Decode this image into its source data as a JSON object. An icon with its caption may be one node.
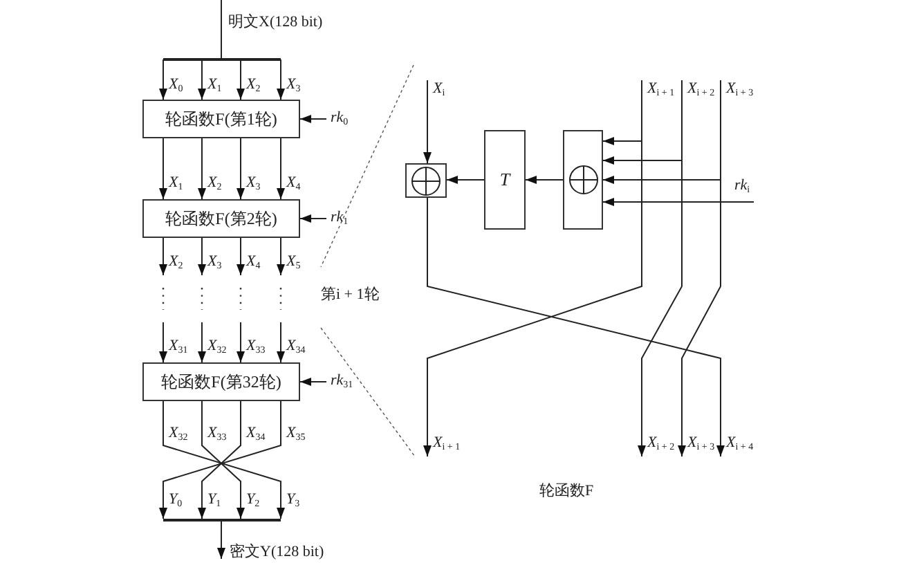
{
  "diagram": {
    "nodes": [
      {
        "text": [],
        "shape": "bar"
      },
      {
        "text": [
          "轮函数F(第1轮)"
        ]
      },
      {
        "text": [
          "轮函数F(第2轮)"
        ]
      },
      {
        "text": [
          "轮函数F(第32轮)"
        ]
      },
      {
        "text": [],
        "shape": "bar"
      },
      {
        "text": [
          "*X*$_{i}$"
        ]
      },
      {
        "text": [
          "*X*$_{i + 1}$"
        ]
      },
      {
        "text": [
          "*X*$_{i + 2}$"
        ]
      },
      {
        "text": [
          "*X*$_{i + 3}$"
        ]
      },
      {
        "text": [],
        "shape": "box"
      },
      {
        "text": [
          "T"
        ]
      },
      {
        "text": [],
        "shape": "box"
      },
      {
        "text": [
          "*rk*$_{i}$"
        ]
      },
      {
        "text": [
          "*X*$_{i + 1}$"
        ]
      },
      {
        "text": [
          "*X*$_{i + 2}$"
        ]
      },
      {
        "text": [
          "*X*$_{i + 3}$"
        ]
      },
      {
        "text": [
          "*X*$_{i + 4}$"
        ]
      }
    ],
    "edges": [
      {
        "from": null,
        "to": 0,
        "arrow": "none",
        "label": "明文X(128 bit)"
      },
      {
        "from": 0,
        "to": 1,
        "arrow": "to",
        "label": "*X*$_{0}$"
      },
      {
        "from": 0,
        "to": 1,
        "arrow": "to",
        "label": "*X*$_{1}$"
      },
      {
        "from": 0,
        "to": 1,
        "arrow": "to",
        "label": "*X*$_{2}$"
      },
      {
        "from": 0,
        "to": 1,
        "arrow": "to",
        "label": "*X*$_{3}$"
      },
      {
        "from": null,
        "to": 1,
        "arrow": "to",
        "label": "*rk*$_{0}$"
      },
      {
        "from": 1,
        "to": 2,
        "arrow": "to",
        "label": "*X*$_{1}$"
      },
      {
        "from": 1,
        "to": 2,
        "arrow": "to",
        "label": "*X*$_{2}$"
      },
      {
        "from": 1,
        "to": 2,
        "arrow": "to",
        "label": "*X*$_{3}$"
      },
      {
        "from": 1,
        "to": 2,
        "arrow": "to",
        "label": "*X*$_{4}$"
      },
      {
        "from": null,
        "to": 2,
        "arrow": "to",
        "label": "*rk*$_{1}$"
      },
      {
        "from": 2,
        "to": null,
        "arrow": "to",
        "label": "*X*$_{2}$"
      },
      {
        "from": 2,
        "to": null,
        "arrow": "to",
        "label": "*X*$_{3}$"
      },
      {
        "from": 2,
        "to": null,
        "arrow": "to",
        "label": "*X*$_{4}$"
      },
      {
        "from": 2,
        "to": null,
        "arrow": "to",
        "label": "*X*$_{5}$"
      },
      {
        "from": null,
        "to": 3,
        "arrow": "to",
        "label": "*X*$_{31}$"
      },
      {
        "from": null,
        "to": 3,
        "arrow": "to",
        "label": "*X*$_{32}$"
      },
      {
        "from": null,
        "to": 3,
        "arrow": "to",
        "label": "*X*$_{33}$"
      },
      {
        "from": null,
        "to": 3,
        "arrow": "to",
        "label": "*X*$_{34}$"
      },
      {
        "from": null,
        "to": 3,
        "arrow": "to",
        "label": "*rk*$_{31}$"
      },
      {
        "from": 3,
        "to": 4,
        "arrow": "to",
        "label": "*X*$_{32}$"
      },
      {
        "from": 3,
        "to": 4,
        "arrow": "to",
        "label": "*X*$_{33}$"
      },
      {
        "from": 3,
        "to": 4,
        "arrow": "to",
        "label": "*X*$_{34}$"
      },
      {
        "from": 3,
        "to": 4,
        "arrow": "to",
        "label": "*X*$_{35}$"
      },
      {
        "from": 4,
        "to": null,
        "arrow": "to",
        "label": "密文Y(128 bit)"
      },
      {
        "from": 5,
        "to": 9,
        "arrow": "to"
      },
      {
        "from": 6,
        "to": 11,
        "arrow": "to"
      },
      {
        "from": 7,
        "to": 11,
        "arrow": "to"
      },
      {
        "from": 8,
        "to": 11,
        "arrow": "to"
      },
      {
        "from": 12,
        "to": 11,
        "arrow": "to"
      },
      {
        "from": 11,
        "to": 10,
        "arrow": "to"
      },
      {
        "from": 10,
        "to": 9,
        "arrow": "to"
      },
      {
        "from": 6,
        "to": 13,
        "arrow": "to"
      },
      {
        "from": 7,
        "to": 14,
        "arrow": "to"
      },
      {
        "from": 8,
        "to": 15,
        "arrow": "to"
      },
      {
        "from": 9,
        "to": 16,
        "arrow": "to"
      }
    ],
    "labels": [
      "*Y*$_{0}$",
      "*Y*$_{1}$",
      "*Y*$_{2}$",
      "*Y*$_{3}$",
      "第i + 1轮",
      "轮函数F"
    ]
  }
}
